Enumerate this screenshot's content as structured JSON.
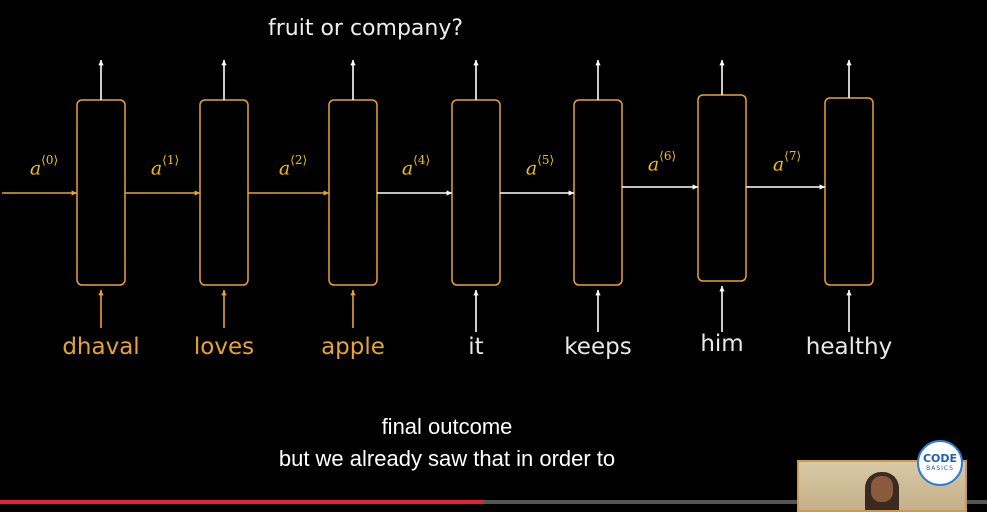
{
  "diagram": {
    "question": "fruit or company?",
    "words": [
      {
        "text": "dhaval",
        "color": "#e8a330"
      },
      {
        "text": "loves",
        "color": "#e8a330"
      },
      {
        "text": "apple",
        "color": "#e8a330"
      },
      {
        "text": "it",
        "color": "#e8e8e8"
      },
      {
        "text": "keeps",
        "color": "#e8e8e8"
      },
      {
        "text": "him",
        "color": "#e8e8e8"
      },
      {
        "text": "healthy",
        "color": "#e8e8e8"
      }
    ],
    "activations": [
      {
        "base": "a",
        "sup": "⟨0⟩"
      },
      {
        "base": "a",
        "sup": "⟨1⟩"
      },
      {
        "base": "a",
        "sup": "⟨2⟩"
      },
      {
        "base": "a",
        "sup": "⟨4⟩"
      },
      {
        "base": "a",
        "sup": "⟨5⟩"
      },
      {
        "base": "a",
        "sup": "⟨6⟩"
      },
      {
        "base": "a",
        "sup": "⟨7⟩"
      }
    ],
    "colors": {
      "highlight": "#e8a330",
      "normal": "#ffffff",
      "activation_label": "#f0c000",
      "cell_border": "#e8a330"
    }
  },
  "captions": {
    "line1": "final outcome",
    "line2": "but we already saw that in order to"
  },
  "video": {
    "progress_fraction": 0.49,
    "logo_line1": "CODE",
    "logo_line2": "BASICS"
  }
}
